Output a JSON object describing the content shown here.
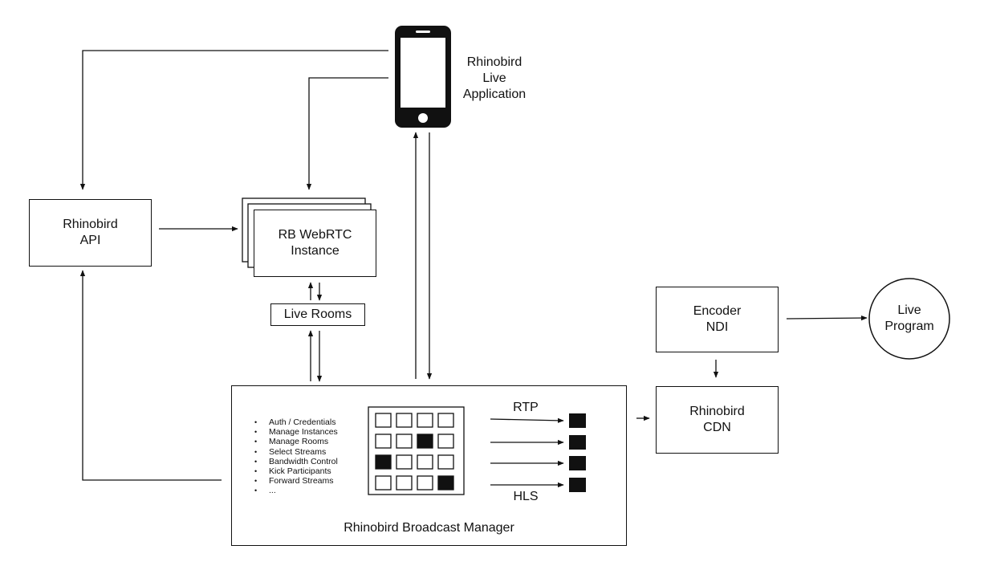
{
  "phone": {
    "label": "Rhinobird\nLive\nApplication",
    "icon": "smartphone-icon"
  },
  "api": {
    "label": "Rhinobird\nAPI"
  },
  "webrtc": {
    "label": "RB WebRTC\nInstance"
  },
  "live_rooms": {
    "label": "Live Rooms"
  },
  "encoder": {
    "label": "Encoder\nNDI"
  },
  "live_program": {
    "label": "Live\nProgram"
  },
  "cdn": {
    "label": "Rhinobird\nCDN"
  },
  "broadcast_manager": {
    "title": "Rhinobird Broadcast Manager",
    "features": [
      "Auth / Credentials",
      "Manage Instances",
      "Manage Rooms",
      "Select Streams",
      "Bandwidth Control",
      "Kick Participants",
      "Forward Streams",
      "..."
    ],
    "stream_grid": [
      [
        0,
        0,
        0,
        0
      ],
      [
        0,
        0,
        1,
        0
      ],
      [
        1,
        0,
        0,
        0
      ],
      [
        0,
        0,
        0,
        1
      ]
    ],
    "rtp_label": "RTP",
    "hls_label": "HLS",
    "output_count": 4
  },
  "colors": {
    "stroke": "#111111",
    "fill": "#ffffff",
    "selected": "#111111"
  }
}
